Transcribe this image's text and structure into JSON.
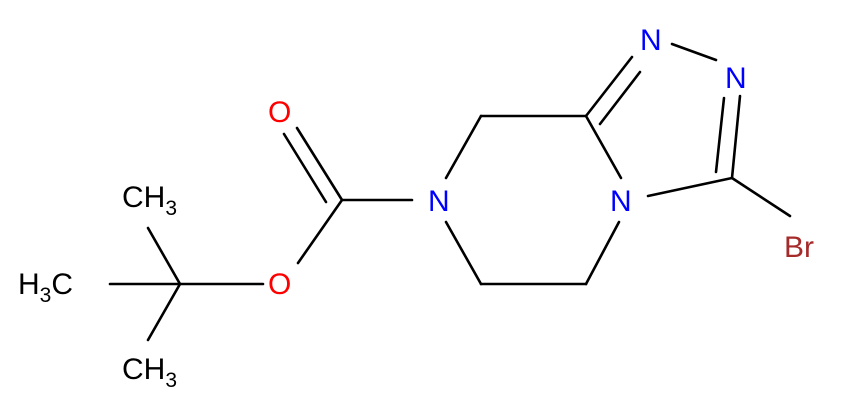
{
  "molecule": {
    "colors": {
      "carbon": "#000000",
      "nitrogen": "#0000ff",
      "oxygen": "#ff0000",
      "bromine": "#a52a2a"
    },
    "atoms": {
      "n_ring_pyrazine": "N",
      "n_ring_fused": "N",
      "n_triazole_1": "N",
      "n_triazole_2": "N",
      "o_carbonyl": "O",
      "o_ester": "O",
      "br": "Br",
      "ch3_top": {
        "main": "CH",
        "sub": "3"
      },
      "ch3_left": {
        "main": "H",
        "sub": "3",
        "tail": "C"
      },
      "ch3_bottom": {
        "main": "CH",
        "sub": "3"
      }
    }
  }
}
